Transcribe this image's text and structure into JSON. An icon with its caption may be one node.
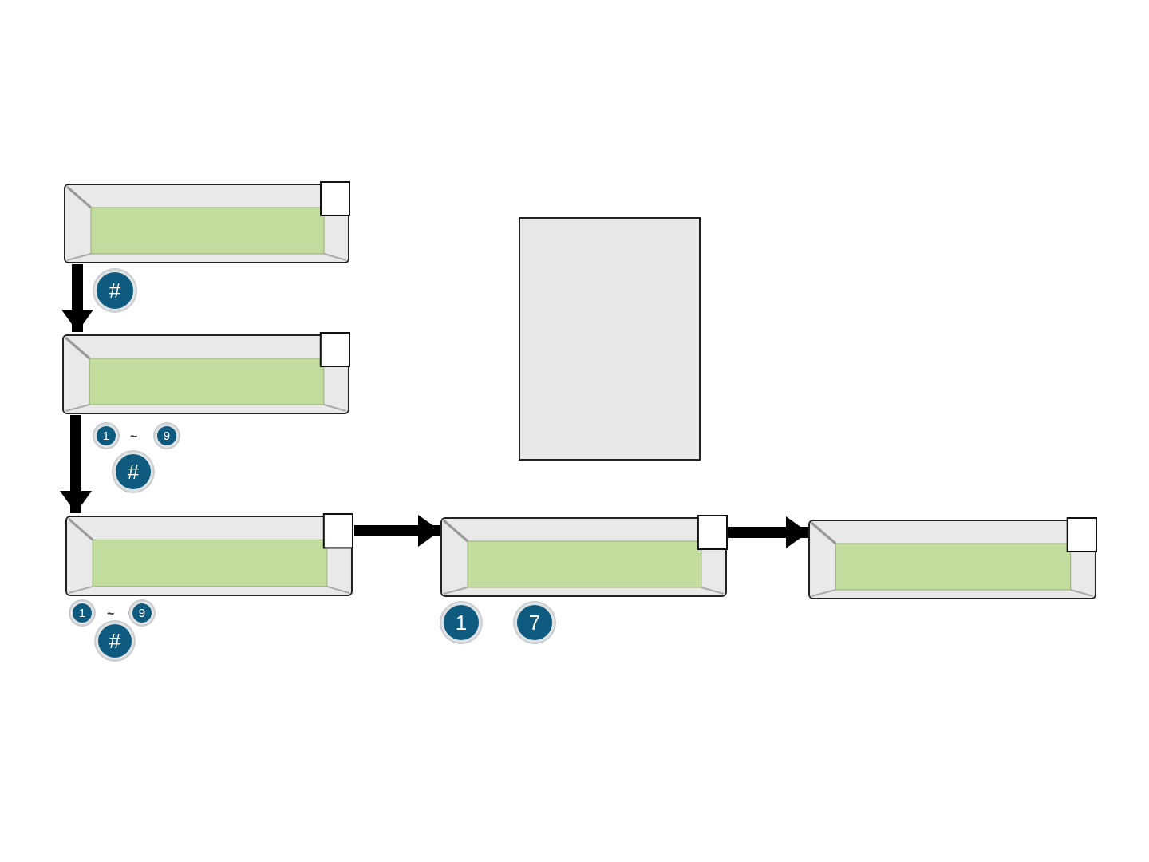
{
  "diagram": {
    "nodes": [
      {
        "text": [],
        "shape": "box"
      },
      {
        "text": [
          "#"
        ]
      },
      {
        "text": [],
        "shape": "box"
      },
      {
        "text": [
          "1"
        ]
      },
      {
        "text": [
          "9"
        ]
      },
      {
        "text": [
          "#"
        ]
      },
      {
        "text": [],
        "shape": "box"
      },
      {
        "text": [
          "1"
        ]
      },
      {
        "text": [
          "9"
        ]
      },
      {
        "text": [
          "#"
        ]
      },
      {
        "text": [],
        "shape": "box"
      },
      {
        "text": [
          "1"
        ]
      },
      {
        "text": [
          "7"
        ]
      },
      {
        "text": [],
        "shape": "box"
      },
      {
        "text": [],
        "shape": "box"
      }
    ],
    "edges": [
      {
        "from": 0,
        "to": 2,
        "arrow": "to"
      },
      {
        "from": 2,
        "to": 6,
        "arrow": "to"
      },
      {
        "from": 6,
        "to": 10,
        "arrow": "to"
      },
      {
        "from": 10,
        "to": 13,
        "arrow": "to"
      }
    ],
    "labels": [
      "~",
      "~"
    ]
  }
}
